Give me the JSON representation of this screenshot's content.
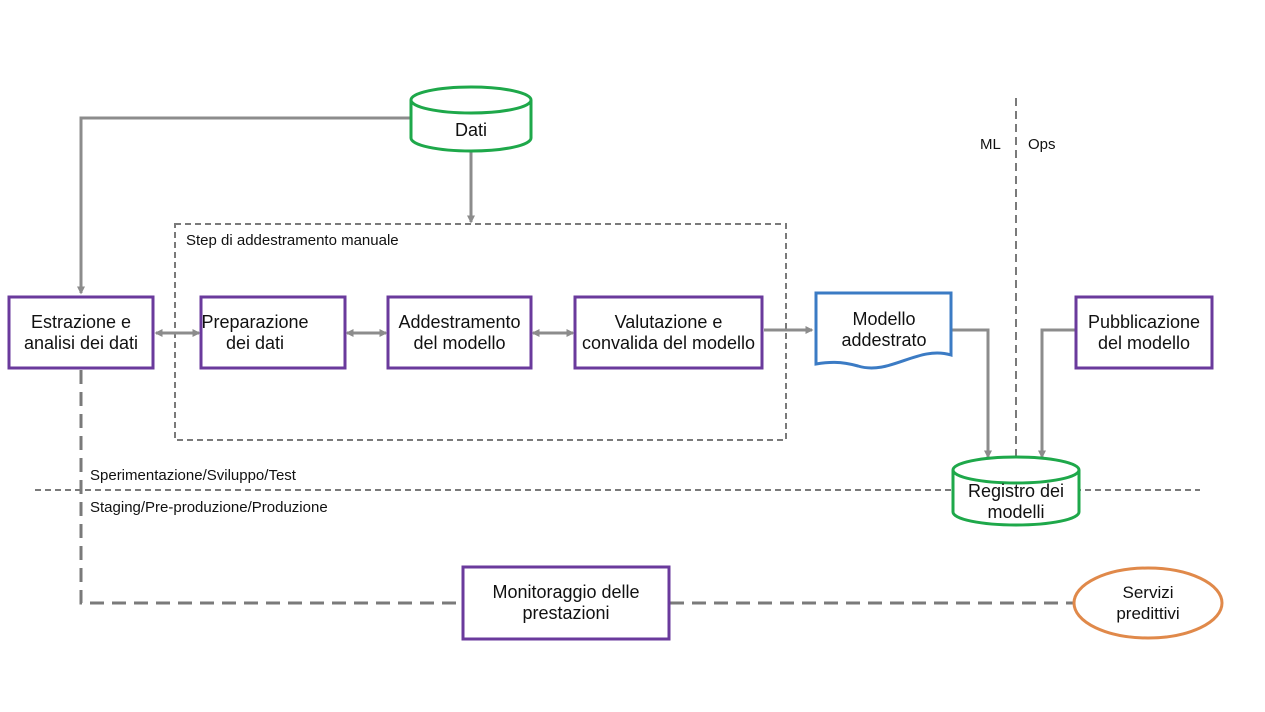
{
  "colors": {
    "process": "#6a3a9c",
    "storage": "#1ea84a",
    "document": "#3b7bc4",
    "service": "#e0894a",
    "connector": "#8c8c8c",
    "dashed": "#7a7a7a"
  },
  "nodes": {
    "dati": "Dati",
    "estrazione": [
      "Estrazione e",
      "analisi dei dati"
    ],
    "preparazione": [
      "Preparazione",
      "dei dati"
    ],
    "addestramento": [
      "Addestramento",
      "del modello"
    ],
    "valutazione": [
      "Valutazione e",
      "convalida del modello"
    ],
    "modello_addestrato": [
      "Modello",
      "addestrato"
    ],
    "pubblicazione": [
      "Pubblicazione",
      "del modello"
    ],
    "registro": [
      "Registro dei",
      "modelli"
    ],
    "monitoraggio": [
      "Monitoraggio delle",
      "prestazioni"
    ],
    "servizi": [
      "Servizi",
      "predittivi"
    ]
  },
  "labels": {
    "manual_steps": "Step di addestramento manuale",
    "ml": "ML",
    "ops": "Ops",
    "env_top": "Sperimentazione/Sviluppo/Test",
    "env_bottom": "Staging/Pre-produzione/Produzione"
  }
}
